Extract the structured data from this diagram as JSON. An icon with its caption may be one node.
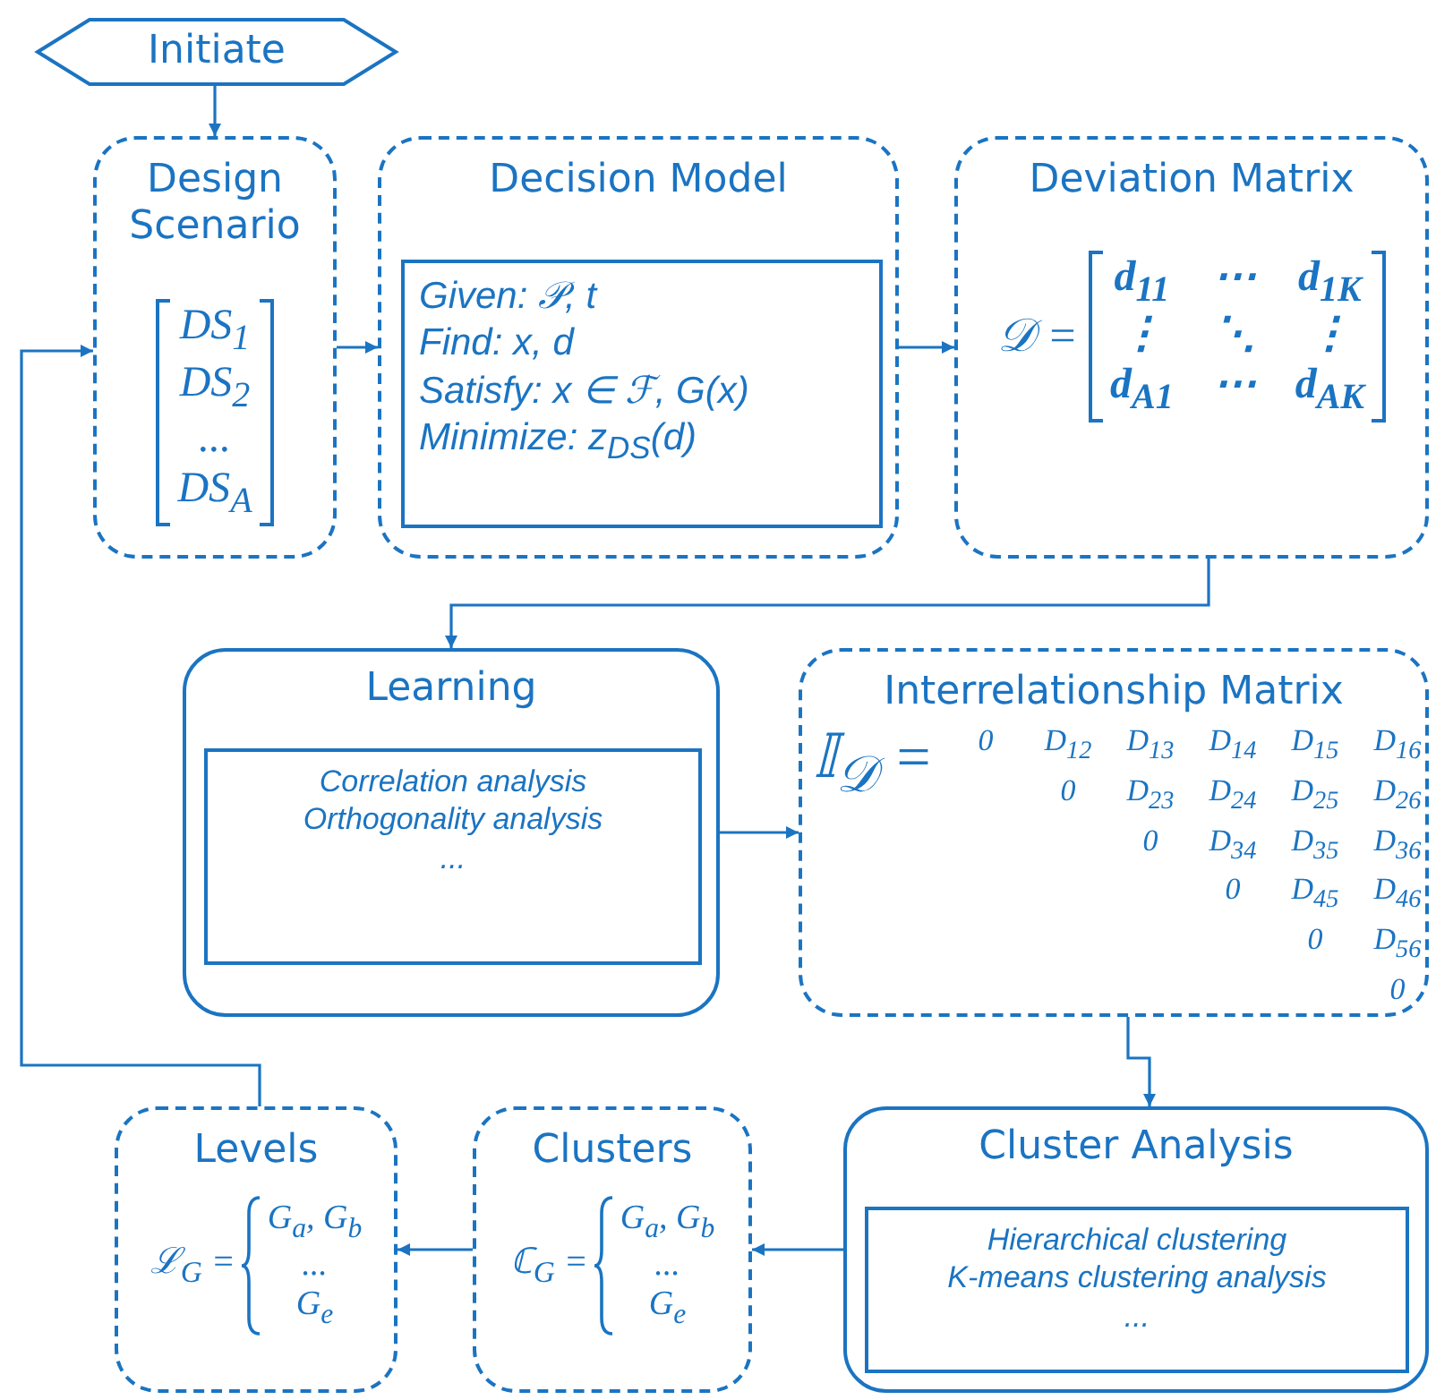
{
  "diagram": {
    "nodes": [
      {
        "text": [
          "Initiate"
        ]
      },
      {
        "text": [
          "Design Scenario",
          "DS$_{1}$",
          "DS$_{2}$",
          "...",
          "DS$_{A}$"
        ]
      },
      {
        "text": [
          "Decision Model"
        ]
      },
      {
        "text": [
          "Given: 𝒫, t",
          "Find: x, d",
          "Satisfy: x ∈ ℱ, G(x)",
          "Minimize: z$_{DS}$(d)"
        ],
        "in": 2
      },
      {
        "text": [
          "Deviation Matrix",
          "𝒟 =",
          "d$_{11}$",
          "⋯",
          "d$_{1K}$",
          "⋮",
          "⋱",
          "⋮",
          "d$_{A1}$",
          "⋯",
          "d$_{AK}$"
        ]
      },
      {
        "text": [
          "Learning"
        ]
      },
      {
        "text": [
          "Correlation analysis",
          "Orthogonality analysis",
          "..."
        ],
        "in": 5
      },
      {
        "text": [
          "Interrelationship Matrix",
          "𝕀$_{𝒟}$ =",
          "0",
          "D$_{12}$",
          "D$_{13}$",
          "D$_{14}$",
          "D$_{15}$",
          "D$_{16}$",
          "0",
          "D$_{23}$",
          "D$_{24}$",
          "D$_{25}$",
          "D$_{26}$",
          "0",
          "D$_{34}$",
          "D$_{35}$",
          "D$_{36}$",
          "0",
          "D$_{45}$",
          "D$_{46}$",
          "0",
          "D$_{56}$",
          "0"
        ]
      },
      {
        "text": [
          "Cluster Analysis"
        ]
      },
      {
        "text": [
          "Hierarchical clustering",
          "K-means clustering analysis",
          "..."
        ],
        "in": 8
      },
      {
        "text": [
          "Clusters",
          "ℂ$_{G}$ =",
          "G$_{a}$, G$_{b}$",
          "...",
          "G$_{e}$"
        ]
      },
      {
        "text": [
          "Levels",
          "ℒ$_{G}$ =",
          "G$_{a}$, G$_{b}$",
          "...",
          "G$_{e}$"
        ]
      }
    ],
    "edges": [
      {
        "from": 0,
        "to": 1,
        "arrow": "to"
      },
      {
        "from": 1,
        "to": 2,
        "arrow": "to"
      },
      {
        "from": 2,
        "to": 4,
        "arrow": "to"
      },
      {
        "from": 4,
        "to": 5,
        "arrow": "to"
      },
      {
        "from": 5,
        "to": 7,
        "arrow": "to"
      },
      {
        "from": 7,
        "to": 8,
        "arrow": "to"
      },
      {
        "from": 8,
        "to": 10,
        "arrow": "to"
      },
      {
        "from": 10,
        "to": 11,
        "arrow": "to"
      },
      {
        "from": 11,
        "to": 1,
        "arrow": "to"
      }
    ]
  }
}
